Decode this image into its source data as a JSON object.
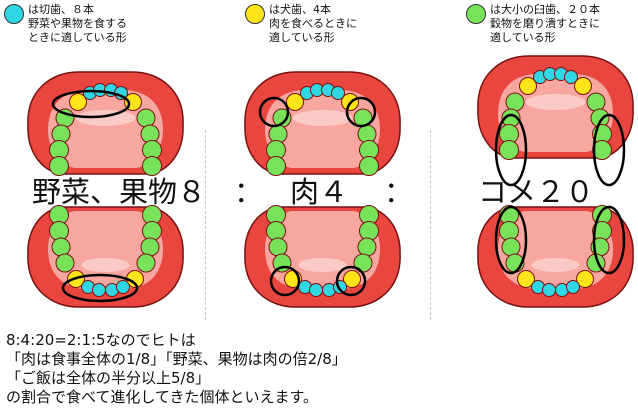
{
  "legend": [
    {
      "color": "#2fd6e3",
      "lines": [
        "は切歯、８本",
        "野菜や果物を食する",
        "ときに適している形"
      ]
    },
    {
      "color": "#ffe419",
      "lines": [
        "は犬歯、4本",
        "肉を食べるときに",
        "適している形"
      ]
    },
    {
      "color": "#78e35a",
      "lines": [
        "は大小の臼歯、２０本",
        "穀物を磨り潰すときに",
        "適している形"
      ]
    }
  ],
  "ratio": {
    "veg": "野菜、果物８",
    "sep1": "：",
    "meat": "肉４",
    "sep2": "：",
    "rice": "コメ２０"
  },
  "note": [
    "8:4:20=2:1:5なのでヒトは",
    "「肉は食事全体の1/8」「野菜、果物は肉の倍2/8」",
    "「ご飯は全体の半分以上5/8」",
    "の割合で食べて進化してきた個体といえます。"
  ],
  "colors": {
    "incisor": "#2fd6e3",
    "canine": "#ffe419",
    "molar": "#78e35a",
    "gum": "#e8463f",
    "mouth": "#f7a6a0"
  }
}
